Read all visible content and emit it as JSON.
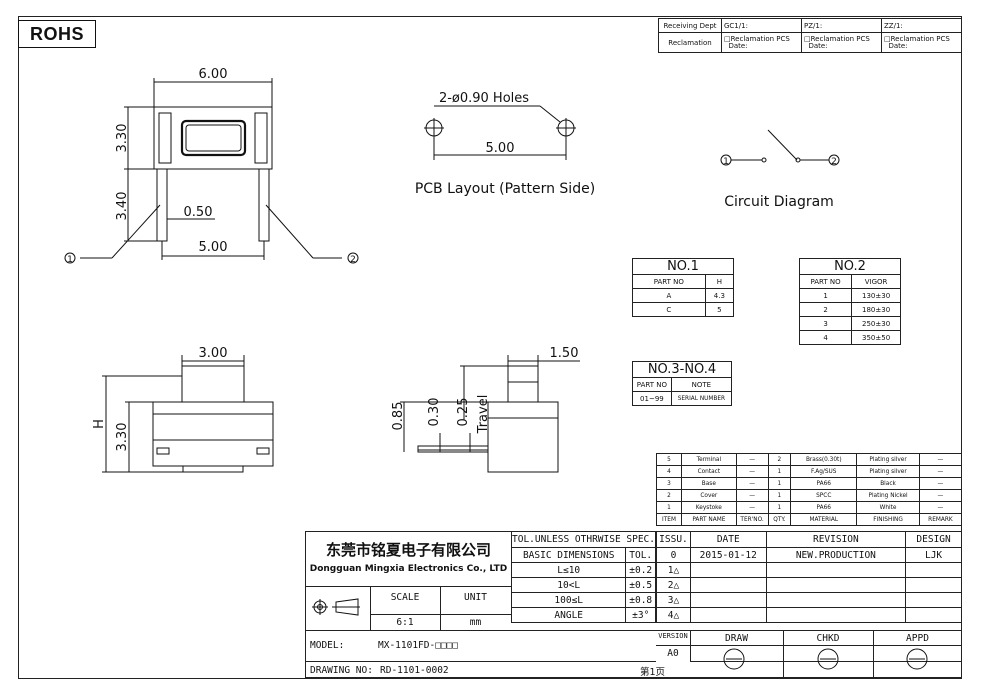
{
  "rohs": "ROHS",
  "receiving": {
    "dept": "Receiving Dept",
    "reclamation": "Reclamation",
    "cols": [
      "GC1/1:",
      "PZ/1:",
      "ZZ/1:"
    ],
    "rec_text": "□Reclamation PCS",
    "date_text": "Date:"
  },
  "drawing": {
    "dim_600": "6.00",
    "dim_330": "3.30",
    "dim_340": "3.40",
    "dim_050": "0.50",
    "dim_500": "5.00",
    "holes": "2-ø0.90 Holes",
    "pcb_500": "5.00",
    "pcb_caption": "PCB Layout (Pattern Side)",
    "circuit_caption": "Circuit Diagram",
    "c1": "1",
    "c2": "2",
    "dim_300": "3.00",
    "h": "H",
    "dim_330b": "3.30",
    "dim_150": "1.50",
    "dim_085": "0.85",
    "dim_030": "0.30",
    "dim_025": "0.25",
    "travel": "Travel"
  },
  "no1": {
    "title": "NO.1",
    "headers": [
      "PART NO",
      "H"
    ],
    "rows": [
      [
        "A",
        "4.3"
      ],
      [
        "C",
        "5"
      ]
    ]
  },
  "no2": {
    "title": "NO.2",
    "headers": [
      "PART NO",
      "VIGOR"
    ],
    "rows": [
      [
        "1",
        "130±30"
      ],
      [
        "2",
        "180±30"
      ],
      [
        "3",
        "250±30"
      ],
      [
        "4",
        "350±50"
      ]
    ]
  },
  "no34": {
    "title": "NO.3-NO.4",
    "headers": [
      "PART NO",
      "NOTE"
    ],
    "rows": [
      [
        "01~99",
        "SERIAL NUMBER"
      ]
    ]
  },
  "bom": {
    "rows": [
      [
        "5",
        "Terminal",
        "—",
        "2",
        "Brass(0.30t)",
        "Plating silver",
        "—"
      ],
      [
        "4",
        "Contact",
        "—",
        "1",
        "F.Ag/SUS",
        "Plating silver",
        "—"
      ],
      [
        "3",
        "Base",
        "—",
        "1",
        "PA66",
        "Black",
        "—"
      ],
      [
        "2",
        "Cover",
        "—",
        "1",
        "SPCC",
        "Plating Nickel",
        "—"
      ],
      [
        "1",
        "Keystoke",
        "—",
        "1",
        "PA66",
        "White",
        "—"
      ]
    ],
    "headers": [
      "ITEM",
      "PART NAME",
      "TER'NO.",
      "QTY.",
      "MATERIAL",
      "FINISHING",
      "REMARK"
    ]
  },
  "title_block": {
    "company_cn": "东莞市铭夏电子有限公司",
    "company_en": "Dongguan Mingxia Electronics Co., LTD",
    "tol_title": "TOL.UNLESS OTHRWISE SPEC.",
    "basic_dims": "BASIC DIMENSIONS",
    "tol": "TOL.",
    "tol_rows": [
      [
        "L≤10",
        "±0.2"
      ],
      [
        "10<L",
        "±0.5"
      ],
      [
        "100≤L",
        "±0.8"
      ],
      [
        "ANGLE",
        "±3°"
      ]
    ],
    "scale_label": "SCALE",
    "unit_label": "UNIT",
    "scale": "6:1",
    "unit": "mm",
    "issu": "ISSU.",
    "date_h": "DATE",
    "revision_h": "REVISION",
    "design_h": "DESIGN",
    "issue_no": "0",
    "date": "2015-01-12",
    "revision": "NEW.PRODUCTION",
    "design": "LJK",
    "tri": [
      "1",
      "2",
      "3",
      "4"
    ],
    "version_label": "VERSION",
    "version": "A0",
    "draw": "DRAW",
    "chkd": "CHKD",
    "appd": "APPD",
    "model_label": "MODEL:",
    "model": "MX-1101FD-□□□□",
    "drawing_label": "DRAWING NO:",
    "drawing_no": "RD-1101-0002",
    "page": "第1页"
  }
}
